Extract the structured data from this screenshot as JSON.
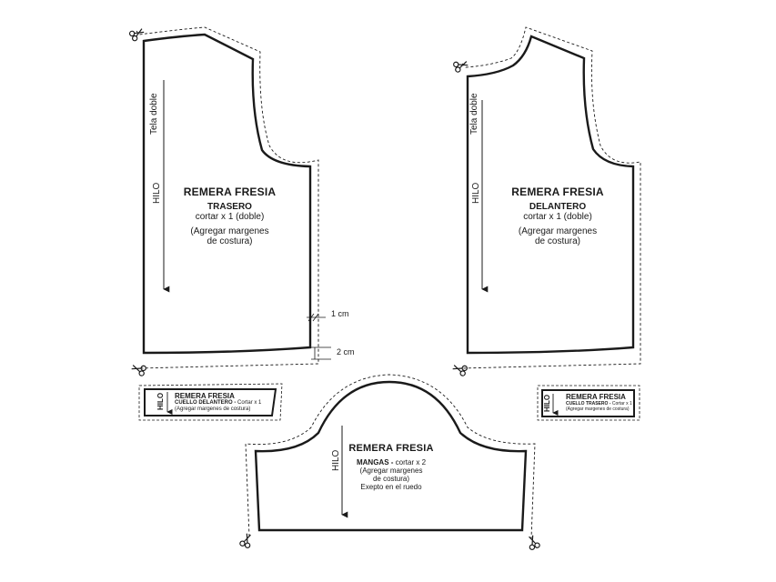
{
  "back": {
    "fold": "Tela doble",
    "grain": "HILO",
    "title": "REMERA FRESIA",
    "piece": "TRASERO",
    "cut": "cortar x 1 (doble)",
    "note1": "(Agregar margenes",
    "note2": "de costura)"
  },
  "front": {
    "fold": "Tela doble",
    "grain": "HILO",
    "title": "REMERA FRESIA",
    "piece": "DELANTERO",
    "cut": "cortar x 1 (doble)",
    "note1": "(Agregar margenes",
    "note2": "de costura)"
  },
  "measures": {
    "seam": "1 cm",
    "hem": "2 cm"
  },
  "collar_front": {
    "grain": "HILO",
    "title": "REMERA FRESIA",
    "piece": "CUELLO DELANTERO -",
    "cut": "Cortar x 1",
    "note": "(Agregar margenes de costura)"
  },
  "collar_back": {
    "grain": "HILO",
    "title": "REMERA FRESIA",
    "piece": "CUELLO TRASERO -",
    "cut": "Cortar x 1",
    "note": "(Agregar margenes de costura)"
  },
  "sleeve": {
    "grain": "HILO",
    "title": "REMERA FRESIA",
    "piece": "MANGAS -",
    "cut": "cortar x 2",
    "note1": "(Agregar margenes",
    "note2": "de costura)",
    "note3": "Exepto en el ruedo"
  },
  "colors": {
    "line": "#1a1a1a",
    "background": "#ffffff"
  },
  "icons": [
    "scissors-icon"
  ]
}
